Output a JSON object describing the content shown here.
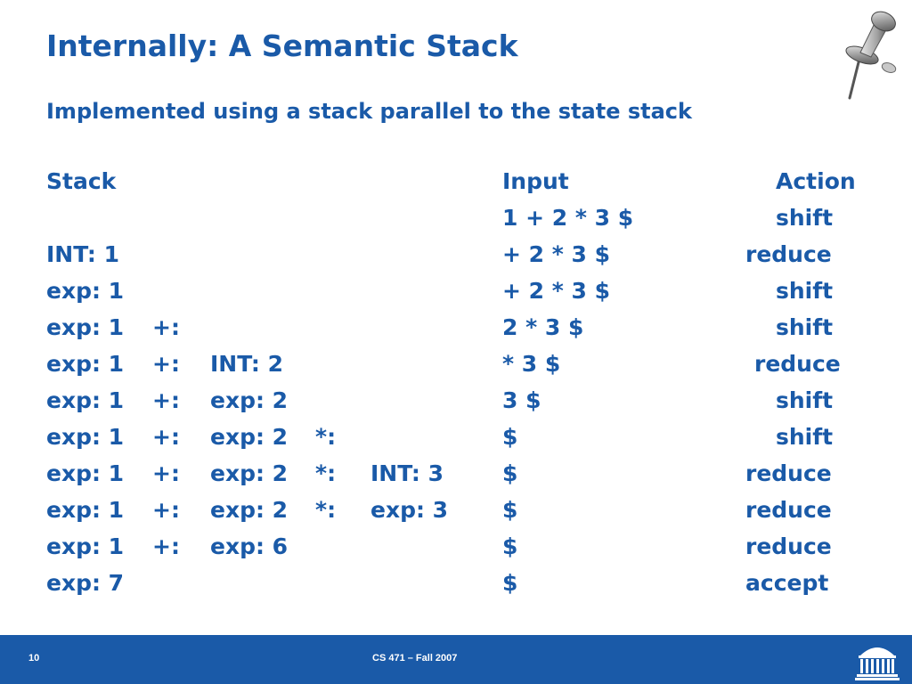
{
  "slide": {
    "title": "Internally: A Semantic Stack",
    "subtitle": "Implemented using a stack parallel to the state stack"
  },
  "table": {
    "headers": {
      "stack": "Stack",
      "input": "Input",
      "action": "Action"
    },
    "rows": [
      {
        "stack": [
          "",
          "",
          "",
          "",
          ""
        ],
        "input": "1 + 2 * 3 $",
        "action": "shift"
      },
      {
        "stack": [
          "INT: 1",
          "",
          "",
          "",
          ""
        ],
        "input": "+ 2 * 3 $",
        "action": "reduce"
      },
      {
        "stack": [
          "exp: 1",
          "",
          "",
          "",
          ""
        ],
        "input": "+ 2 * 3 $",
        "action": "shift"
      },
      {
        "stack": [
          "exp: 1",
          "+:",
          "",
          "",
          ""
        ],
        "input": "2 * 3 $",
        "action": "shift"
      },
      {
        "stack": [
          "exp: 1",
          "+:",
          "INT: 2",
          "",
          ""
        ],
        "input": "* 3 $",
        "action": "reduce"
      },
      {
        "stack": [
          "exp: 1",
          "+:",
          "exp: 2",
          "",
          ""
        ],
        "input": "3 $",
        "action": "shift"
      },
      {
        "stack": [
          "exp: 1",
          "+:",
          "exp: 2",
          "*:",
          ""
        ],
        "input": "$",
        "action": "shift"
      },
      {
        "stack": [
          "exp: 1",
          "+:",
          "exp: 2",
          "*:",
          "INT: 3"
        ],
        "input": "$",
        "action": "reduce"
      },
      {
        "stack": [
          "exp: 1",
          "+:",
          "exp: 2",
          "*:",
          "exp: 3"
        ],
        "input": "$",
        "action": "reduce"
      },
      {
        "stack": [
          "exp: 1",
          "+:",
          "exp: 6",
          "",
          ""
        ],
        "input": "$",
        "action": "reduce"
      },
      {
        "stack": [
          "exp: 7",
          "",
          "",
          "",
          ""
        ],
        "input": "$",
        "action": "accept"
      }
    ]
  },
  "footer": {
    "page_number": "10",
    "course": "CS 471 – Fall 2007"
  },
  "colors": {
    "text": "#1a5aa8",
    "footer_bg": "#1a5aa8",
    "footer_text": "#ffffff"
  },
  "icons": {
    "pin": "pushpin-icon",
    "logo": "rotunda-logo-icon"
  }
}
